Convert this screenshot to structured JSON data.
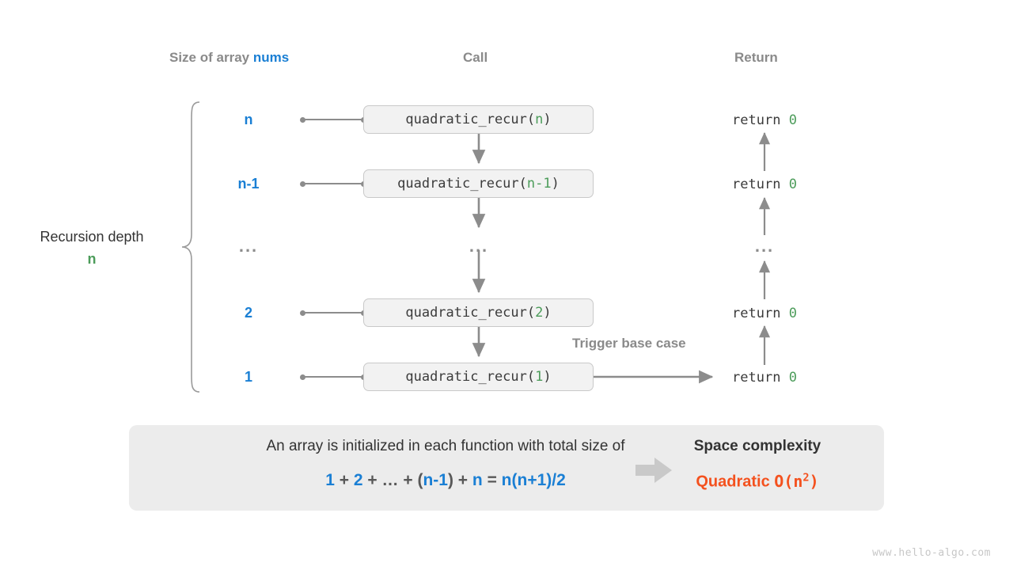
{
  "headers": {
    "size": {
      "prefix": "Size of array ",
      "code": "nums"
    },
    "call": "Call",
    "return": "Return"
  },
  "left": {
    "depth_label": "Recursion depth",
    "depth_value": "n"
  },
  "rows": [
    {
      "size": "n",
      "call_prefix": "quadratic_recur(",
      "call_arg": "n",
      "call_suffix": ")",
      "return_text": "return ",
      "return_value": "0"
    },
    {
      "size": "n-1",
      "call_prefix": "quadratic_recur(",
      "call_arg": "n-1",
      "call_suffix": ")",
      "return_text": "return ",
      "return_value": "0"
    },
    {
      "size": "...",
      "call_prefix": "",
      "call_arg": "",
      "call_suffix": "",
      "return_text": "...",
      "return_value": ""
    },
    {
      "size": "2",
      "call_prefix": "quadratic_recur(",
      "call_arg": "2",
      "call_suffix": ")",
      "return_text": "return ",
      "return_value": "0"
    },
    {
      "size": "1",
      "call_prefix": "quadratic_recur(",
      "call_arg": "1",
      "call_suffix": ")",
      "return_text": "return ",
      "return_value": "0"
    }
  ],
  "annotations": {
    "trigger_base_case": "Trigger base case",
    "ellipsis": "..."
  },
  "summary": {
    "text": "An array is initialized in each function with total size of",
    "formula": {
      "t1": "1",
      "op1": "+",
      "t2": "2",
      "op2": "+",
      "t3": "…",
      "op3": "+",
      "paren_open": "(",
      "t4": "n-1",
      "paren_close": ")",
      "op4": "+",
      "t5": "n",
      "eq": "=",
      "result": "n(n+1)/2"
    },
    "right_title": "Space complexity",
    "right_value_word": "Quadratic",
    "right_value_code_prefix": "O(n",
    "right_value_exp": "2",
    "right_value_code_suffix": ")"
  },
  "watermark": "www.hello-algo.com",
  "colors": {
    "blue": "#1a7fd4",
    "green": "#4c9c5a",
    "orange": "#f4511e",
    "gray_line": "#8c8c8c",
    "panel": "#ececec",
    "box_fill": "#f2f2f2",
    "box_border": "#c9c9c9"
  }
}
